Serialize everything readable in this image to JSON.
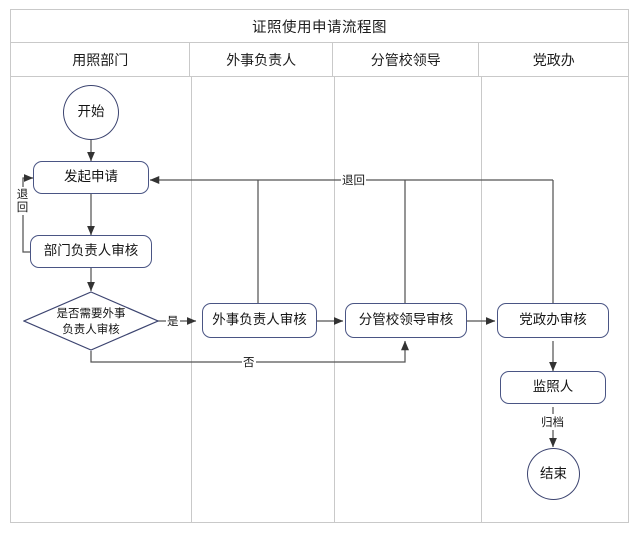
{
  "diagram": {
    "title": "证照使用申请流程图",
    "type": "swimlane-flowchart",
    "lanes": [
      {
        "id": "lane-yongzhao",
        "label": "用照部门"
      },
      {
        "id": "lane-waishi",
        "label": "外事负责人"
      },
      {
        "id": "lane-fenguan",
        "label": "分管校领导"
      },
      {
        "id": "lane-dangzhengban",
        "label": "党政办"
      }
    ],
    "nodes": [
      {
        "id": "start",
        "label": "开始",
        "shape": "terminator",
        "lane": "用照部门"
      },
      {
        "id": "apply",
        "label": "发起申请",
        "shape": "process",
        "lane": "用照部门"
      },
      {
        "id": "dept-review",
        "label": "部门负责人审核",
        "shape": "process",
        "lane": "用照部门"
      },
      {
        "id": "need-foreign",
        "label": "是否需要外事负责人审核",
        "label_line1": "是否需要外事",
        "label_line2": "负责人审核",
        "shape": "decision",
        "lane": "用照部门"
      },
      {
        "id": "foreign-review",
        "label": "外事负责人审核",
        "shape": "process",
        "lane": "外事负责人"
      },
      {
        "id": "leader-review",
        "label": "分管校领导审核",
        "shape": "process",
        "lane": "分管校领导"
      },
      {
        "id": "office-review",
        "label": "党政办审核",
        "shape": "process",
        "lane": "党政办"
      },
      {
        "id": "keeper",
        "label": "监照人",
        "shape": "process",
        "lane": "党政办"
      },
      {
        "id": "end",
        "label": "结束",
        "shape": "terminator",
        "lane": "党政办"
      }
    ],
    "edge_labels": {
      "reject_left": "退回",
      "reject_top": "退回",
      "yes": "是",
      "no": "否",
      "archive": "归档"
    },
    "colors": {
      "node_border": "#4a5584",
      "connector": "#555555",
      "table_border": "#c9c9c9",
      "text": "#141414",
      "background": "#ffffff"
    }
  }
}
